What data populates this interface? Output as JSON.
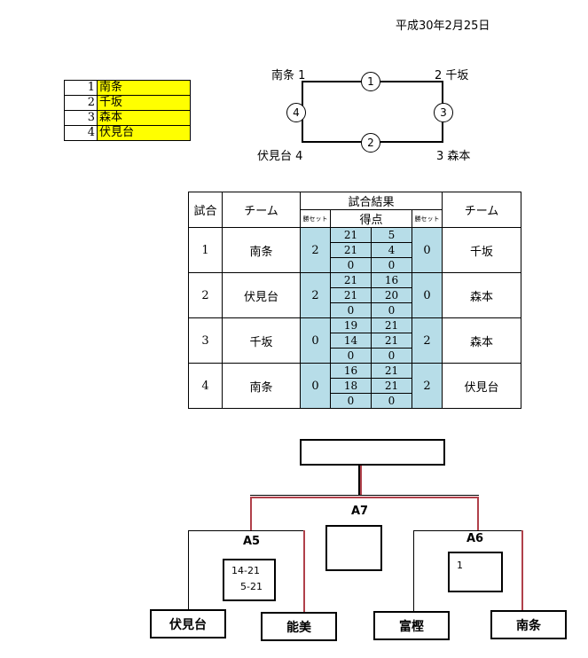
{
  "date": "平成30年2月25日",
  "team_list": [
    {
      "num": "1",
      "name": "南条"
    },
    {
      "num": "2",
      "name": "千坂"
    },
    {
      "num": "3",
      "name": "森本"
    },
    {
      "num": "4",
      "name": "伏見台"
    }
  ],
  "diagram": {
    "top_left": "南条 1",
    "top_right": "2 千坂",
    "bottom_left": "伏見台 4",
    "bottom_right": "3 森本",
    "circles": [
      "1",
      "2",
      "3",
      "4"
    ]
  },
  "results": {
    "headers": {
      "match": "試合",
      "team": "チーム",
      "result": "試合結果",
      "sets": "勝セット",
      "points": "得点"
    },
    "matches": [
      {
        "no": "1",
        "team_a": "南条",
        "sets_a": "2",
        "scores": [
          [
            "21",
            "5"
          ],
          [
            "21",
            "4"
          ],
          [
            "0",
            "0"
          ]
        ],
        "sets_b": "0",
        "team_b": "千坂"
      },
      {
        "no": "2",
        "team_a": "伏見台",
        "sets_a": "2",
        "scores": [
          [
            "21",
            "16"
          ],
          [
            "21",
            "20"
          ],
          [
            "0",
            "0"
          ]
        ],
        "sets_b": "0",
        "team_b": "森本"
      },
      {
        "no": "3",
        "team_a": "千坂",
        "sets_a": "0",
        "scores": [
          [
            "19",
            "21"
          ],
          [
            "14",
            "21"
          ],
          [
            "0",
            "0"
          ]
        ],
        "sets_b": "2",
        "team_b": "森本"
      },
      {
        "no": "4",
        "team_a": "南条",
        "sets_a": "0",
        "scores": [
          [
            "16",
            "21"
          ],
          [
            "18",
            "21"
          ],
          [
            "0",
            "0"
          ]
        ],
        "sets_b": "2",
        "team_b": "伏見台"
      }
    ]
  },
  "bracket": {
    "a7": "A7",
    "a5": "A5",
    "a6": "A6",
    "a5_score_1": "14-21",
    "a5_score_2": "5-21",
    "a6_score": "1",
    "teams": [
      "伏見台",
      "能美",
      "富樫",
      "南条"
    ]
  }
}
